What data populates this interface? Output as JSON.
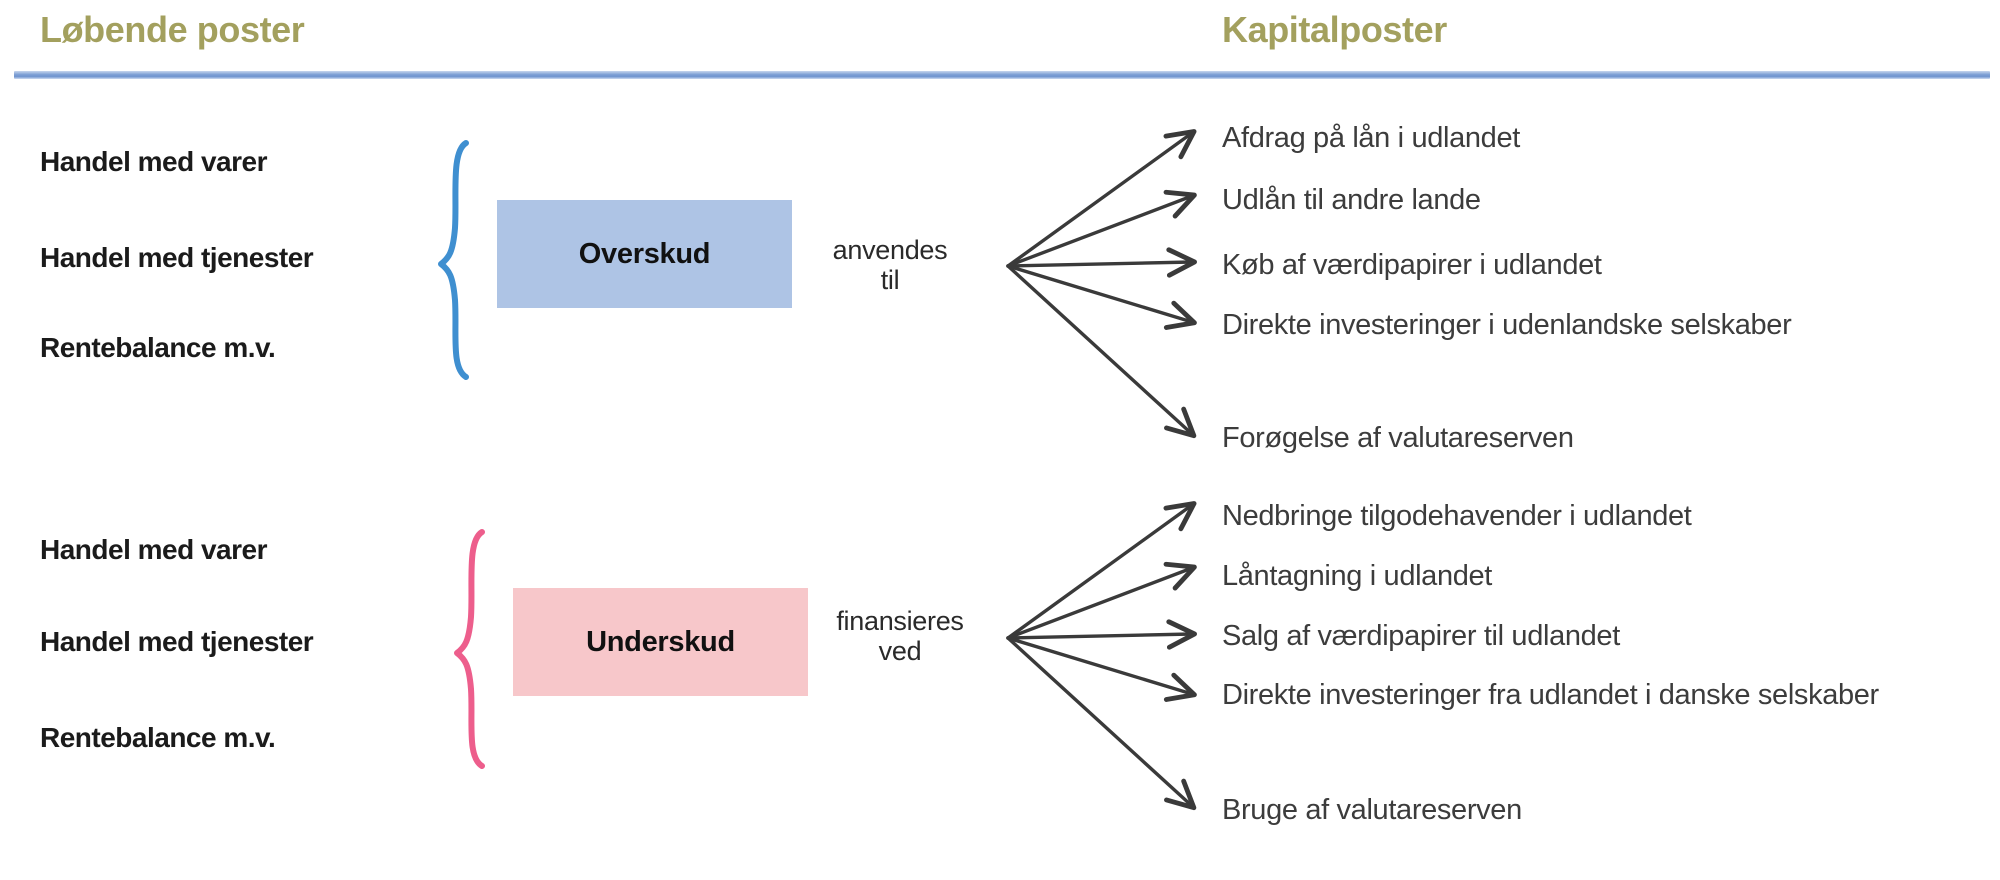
{
  "headers": {
    "left": "Løbende poster",
    "right": "Kapitalposter",
    "color": "#a3a05e",
    "rule_color": "#7d9fd4"
  },
  "sections": [
    {
      "id": "surplus",
      "brace_color": "#3f8fd0",
      "box": {
        "label": "Overskud",
        "fill": "#aec4e5"
      },
      "connector": "anvendes til",
      "connector_lines": [
        "anvendes",
        "til"
      ],
      "sources": [
        "Handel med varer",
        "Handel med tjenester",
        "Rentebalance m.v."
      ],
      "targets": [
        "Afdrag på lån i udlandet",
        "Udlån til andre lande",
        "Køb af værdipapirer i udlandet",
        "Direkte investeringer i udenlandske selskaber",
        "Forøgelse af valutareserven"
      ]
    },
    {
      "id": "deficit",
      "brace_color": "#ed5e8c",
      "box": {
        "label": "Underskud",
        "fill": "#f7c7ca"
      },
      "connector": "finansieres ved",
      "connector_lines": [
        "finansieres",
        "ved"
      ],
      "sources": [
        "Handel med varer",
        "Handel med tjenester",
        "Rentebalance m.v."
      ],
      "targets": [
        "Nedbringe tilgodehavender i udlandet",
        "Låntagning i udlandet",
        "Salg af værdipapirer til udlandet",
        "Direkte investeringer fra udlandet i danske selskaber",
        "Bruge af valutareserven"
      ]
    }
  ]
}
